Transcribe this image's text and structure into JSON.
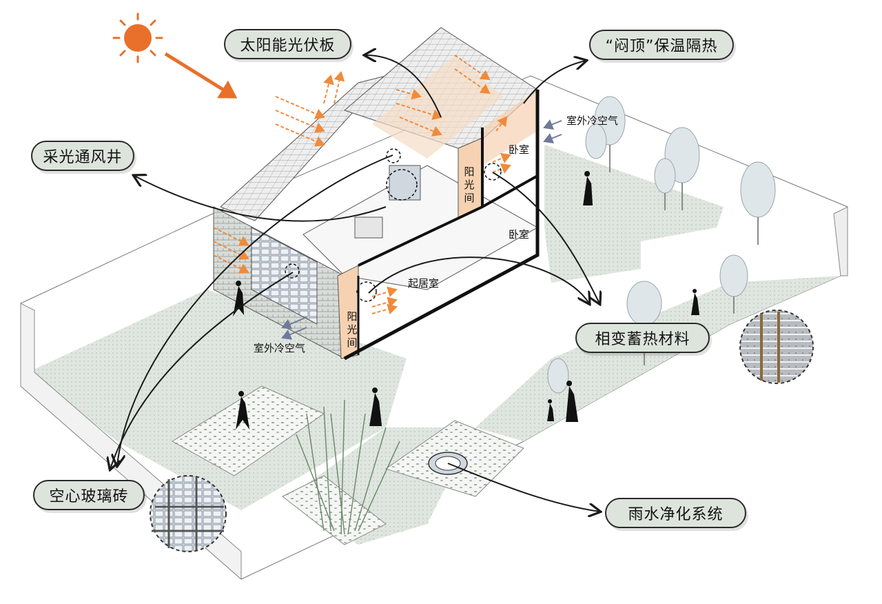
{
  "callouts": {
    "solar_panel": "太阳能光伏板",
    "roof_insulation": "“闷顶”保温隔热",
    "light_well": "采光通风井",
    "phase_change": "相变蓄热材料",
    "glass_brick": "空心玻璃砖",
    "rainwater": "雨水净化系统"
  },
  "rooms": {
    "bedroom_upper": "卧室",
    "bedroom_lower": "卧室",
    "living_room": "起居室",
    "sunroom_upper": "阳光间",
    "sunroom_lower": "阳光间"
  },
  "airflow": {
    "outdoor_cold_air_right": "室外冷空气",
    "outdoor_cold_air_left": "室外冷空气"
  },
  "colors": {
    "sun": "#e8702a",
    "heat_arrow": "#f08a3c",
    "cold_arrow": "#6f7a9a",
    "ground": "#dfe6df",
    "sunroom": "#f6d2b2",
    "outline": "#1a1a1a"
  }
}
